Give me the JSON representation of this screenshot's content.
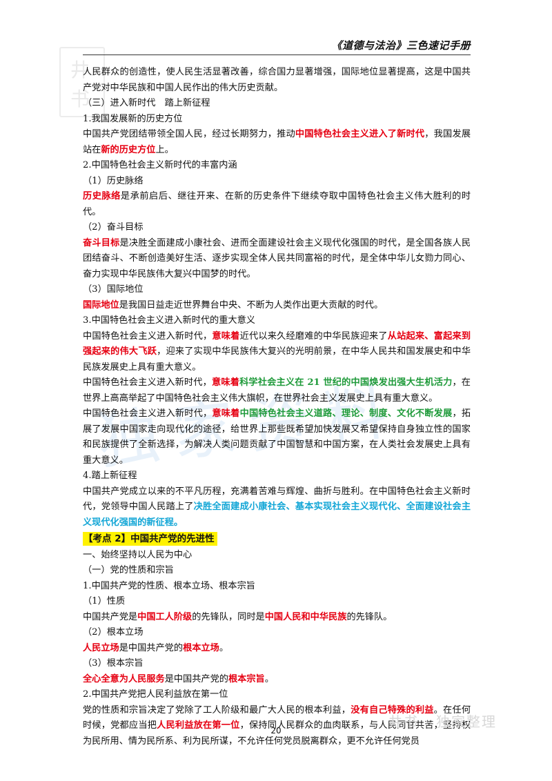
{
  "header": {
    "title": "《道德与法治》三色速记手册"
  },
  "watermark": {
    "corner_chars": [
      "井",
      "书"
    ],
    "center_text": "独家资料",
    "bottom_right": "井书 · 独家整理"
  },
  "colors": {
    "red": "#e60012",
    "green": "#1f9a3a",
    "blue": "#13a6d6",
    "highlight": "#fff200"
  },
  "paragraphs": [
    [
      {
        "t": "人民群众的创造性，使人民生活显著改善，综合国力显著增强，国际地位显著提高，这是中国共产党对中华民族和中国人民作出的伟大历史贡献。"
      }
    ],
    [
      {
        "t": "（三）进入新时代　踏上新征程"
      }
    ],
    [
      {
        "t": "1.我国发展新的历史方位"
      }
    ],
    [
      {
        "t": "中国共产党团结带领全国人民，经过长期努力，推动"
      },
      {
        "t": "中国特色社会主义进入了新时代",
        "c": "red"
      },
      {
        "t": "，我国发展站在"
      },
      {
        "t": "新的历史方位",
        "c": "red"
      },
      {
        "t": "上。"
      }
    ],
    [
      {
        "t": "2.中国特色社会主义新时代的丰富内涵"
      }
    ],
    [
      {
        "t": "（1）历史脉络"
      }
    ],
    [
      {
        "t": "历史脉络",
        "c": "red"
      },
      {
        "t": "是承前启后、继往开来、在新的历史条件下继续夺取中国特色社会主义伟大胜利的时代。"
      }
    ],
    [
      {
        "t": "（2）奋斗目标"
      }
    ],
    [
      {
        "t": "奋斗目标",
        "c": "red"
      },
      {
        "t": "是决胜全面建成小康社会、进而全面建设社会主义现代化强国的时代，是全国各族人民团结奋斗、不断创造美好生活、逐步实现全体人民共同富裕的时代，是全体中华儿女勠力同心、奋力实现中华民族伟大复兴中国梦的时代。"
      }
    ],
    [
      {
        "t": "（3）国际地位"
      }
    ],
    [
      {
        "t": "国际地位",
        "c": "red"
      },
      {
        "t": "是我国日益走近世界舞台中央、不断为人类作出更大贡献的时代。"
      }
    ],
    [
      {
        "t": "3.中国特色社会主义进入新时代的重大意义"
      }
    ],
    [
      {
        "t": "中国特色社会主义进入新时代，"
      },
      {
        "t": "意味着",
        "c": "red"
      },
      {
        "t": "近代以来久经磨难的中华民族迎来了"
      },
      {
        "t": "从站起来、富起来到强起来的伟大飞跃",
        "c": "red"
      },
      {
        "t": "，迎来了实现中华民族伟大复兴的光明前景，在中华人民共和国发展史和中华民族发展史上具有重大意义。"
      }
    ],
    [
      {
        "t": "中国特色社会主义进入新时代，"
      },
      {
        "t": "意味着",
        "c": "red"
      },
      {
        "t": "科学社会主义在 21 世纪的中国焕发出强大生机活力",
        "c": "green"
      },
      {
        "t": "，在世界上高高举起了中国特色社会主义伟大旗帜，在世界社会主义发展史上具有重大意义。"
      }
    ],
    [
      {
        "t": "中国特色社会主义进入新时代，"
      },
      {
        "t": "意味着",
        "c": "red"
      },
      {
        "t": "中国特色社会主义道路、理论、制度、文化不断发展",
        "c": "green"
      },
      {
        "t": "，拓展了发展中国家走向现代化的途径，给世界上那些既希望加快发展又希望保持自身独立性的国家和民族提供了全新选择，为解决人类问题贡献了中国智慧和中国方案，在人类社会发展史上具有重大意义。"
      }
    ],
    [
      {
        "t": "4.踏上新征程"
      }
    ],
    [
      {
        "t": "中国共产党成立以来的不平凡历程，充满着苦难与辉煌、曲折与胜利。在中国特色社会主义新时代，党领导中国人民踏上了"
      },
      {
        "t": "决胜全面建成小康社会、基本实现社会主义现代化、全面建设社会主义现代化强国的新征程。",
        "c": "blue"
      }
    ],
    [
      {
        "t": "【考点 2】中国共产党的先进性",
        "c": "kaodian"
      }
    ],
    [
      {
        "t": "一、始终坚持以人民为中心"
      }
    ],
    [
      {
        "t": "（一）党的性质和宗旨"
      }
    ],
    [
      {
        "t": "1.中国共产党的性质、根本立场、根本宗旨"
      }
    ],
    [
      {
        "t": "（1）性质"
      }
    ],
    [
      {
        "t": "中国共产党是"
      },
      {
        "t": "中国工人阶级",
        "c": "red"
      },
      {
        "t": "的先锋队，同时是"
      },
      {
        "t": "中国人民和中华民族",
        "c": "red"
      },
      {
        "t": "的先锋队。"
      }
    ],
    [
      {
        "t": "（2）根本立场"
      }
    ],
    [
      {
        "t": "人民立场",
        "c": "red"
      },
      {
        "t": "是中国共产党的"
      },
      {
        "t": "根本立场",
        "c": "red"
      },
      {
        "t": "。"
      }
    ],
    [
      {
        "t": "（3）根本宗旨"
      }
    ],
    [
      {
        "t": "全心全意为人民服务",
        "c": "red"
      },
      {
        "t": "是中国共产党的"
      },
      {
        "t": "根本宗旨",
        "c": "red"
      },
      {
        "t": "。"
      }
    ],
    [
      {
        "t": "2.中国共产党把人民利益放在第一位"
      }
    ],
    [
      {
        "t": "党的性质和宗旨决定了党除了工人阶级和最广大人民的根本利益，"
      },
      {
        "t": "没有自己特殊的利益",
        "c": "red"
      },
      {
        "t": "。在任何时候，党都应当把"
      },
      {
        "t": "人民利益放在第一位",
        "c": "red"
      },
      {
        "t": "，保持同人民群众的血肉联系，与人民同甘共苦，坚持权为民所用、情为民所系、利为民所谋，不允许任何党员脱离群众，更不允许任何党员"
      }
    ]
  ],
  "footer": {
    "page_number": "20"
  }
}
